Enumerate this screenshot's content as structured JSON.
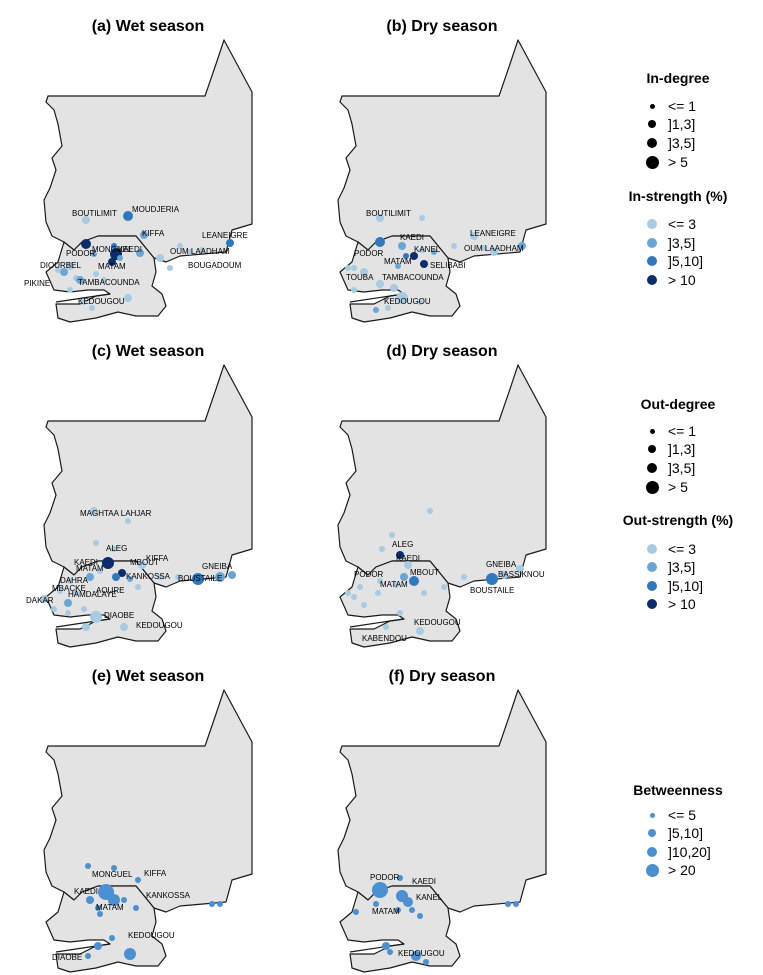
{
  "panels": [
    {
      "id": "a",
      "title": "(a) Wet season",
      "labels": [
        "BOUTILIMIT",
        "MOUDJERIA",
        "KIFFA",
        "LEANEIGRE",
        "MONGUEL",
        "KAEDI",
        "PODOR",
        "MATAM",
        "OUM LAADHAM",
        "BOUGADOUM",
        "DIOURBEL",
        "PIKINE",
        "TAMBACOUNDA",
        "KEDOUGOU"
      ]
    },
    {
      "id": "b",
      "title": "(b) Dry season",
      "labels": [
        "BOUTILIMIT",
        "KAEDI",
        "LEANEIGRE",
        "PODOR",
        "KANEL",
        "MATAM",
        "OUM LAADHAM",
        "SELIBABI",
        "TOUBA",
        "TAMBACOUNDA",
        "KEDOUGOU"
      ]
    },
    {
      "id": "c",
      "title": "(c) Wet season",
      "labels": [
        "MAGHTAA LAHJAR",
        "ALEG",
        "KIFFA",
        "KAEDI",
        "MBOUT",
        "GNEIBA",
        "MATAM",
        "DAHRA",
        "KANKOSSA",
        "BOUSTAILE",
        "MBACKE",
        "AOURE",
        "DAKAR",
        "HAMDALAYE",
        "DIAOBE",
        "KEDOUGOU"
      ]
    },
    {
      "id": "d",
      "title": "(d) Dry season",
      "labels": [
        "ALEG",
        "KAEDI",
        "GNEIBA",
        "MBOUT",
        "BASSIKNOU",
        "PODOR",
        "MATAM",
        "BOUSTAILE",
        "KEDOUGOU",
        "KABENDOU"
      ]
    },
    {
      "id": "e",
      "title": "(e) Wet season",
      "labels": [
        "KIFFA",
        "MONGUEL",
        "KAEDI",
        "KANKOSSA",
        "MATAM",
        "KEDOUGOU",
        "DIAOBE"
      ]
    },
    {
      "id": "f",
      "title": "(f) Dry season",
      "labels": [
        "PODOR",
        "KAEDI",
        "KANEL",
        "MATAM",
        "KEDOUGOU"
      ]
    }
  ],
  "legends": {
    "in_degree": {
      "title": "In-degree",
      "items": [
        "<= 1",
        "]1,3]",
        "]3,5]",
        "> 5"
      ]
    },
    "in_strength": {
      "title": "In-strength (%)",
      "items": [
        "<= 3",
        "]3,5]",
        "]5,10]",
        "> 10"
      ]
    },
    "out_degree": {
      "title": "Out-degree",
      "items": [
        "<= 1",
        "]1,3]",
        "]3,5]",
        "> 5"
      ]
    },
    "out_strength": {
      "title": "Out-strength (%)",
      "items": [
        "<= 3",
        "]3,5]",
        "]5,10]",
        "> 10"
      ]
    },
    "betweenness": {
      "title": "Betweenness",
      "items": [
        "<= 5",
        "]5,10]",
        "]10,20]",
        "> 20"
      ]
    }
  },
  "colors": {
    "class1": "#a6cbe3",
    "class2": "#6aa6d5",
    "class3": "#2e78bf",
    "class4": "#0b2d6b",
    "betweenness": "#4a90d2",
    "land": "#e3e3e3",
    "border": "#1a1a1a"
  }
}
